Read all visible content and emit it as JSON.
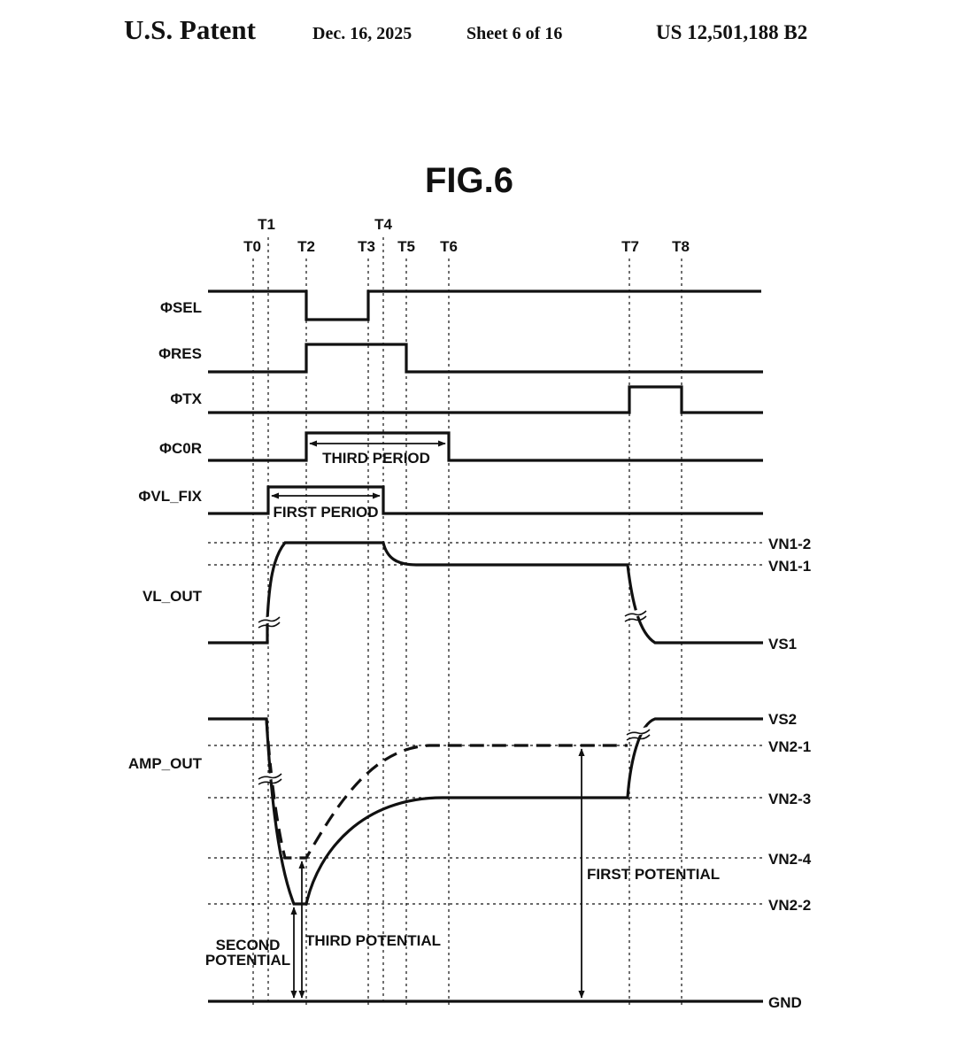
{
  "header": {
    "title": "U.S. Patent",
    "date": "Dec. 16, 2025",
    "sheet": "Sheet 6 of 16",
    "patent_number": "US 12,501,188 B2"
  },
  "figure": {
    "title": "FIG.6",
    "time_labels": {
      "T0": "T0",
      "T1": "T1",
      "T2": "T2",
      "T3": "T3",
      "T4": "T4",
      "T5": "T5",
      "T6": "T6",
      "T7": "T7",
      "T8": "T8"
    },
    "signal_labels": {
      "sel": "ΦSEL",
      "res": "ΦRES",
      "tx": "ΦTX",
      "cor": "ΦC0R",
      "vl_fix": "ΦVL_FIX",
      "vl_out": "VL_OUT",
      "amp_out": "AMP_OUT"
    },
    "level_labels": {
      "vn1_2": "VN1-2",
      "vn1_1": "VN1-1",
      "vs1": "VS1",
      "vs2": "VS2",
      "vn2_1": "VN2-1",
      "vn2_3": "VN2-3",
      "vn2_4": "VN2-4",
      "vn2_2": "VN2-2",
      "gnd": "GND"
    },
    "annotations": {
      "third_period": "THIRD PERIOD",
      "first_period": "FIRST PERIOD",
      "first_potential": "FIRST POTENTIAL",
      "second_potential_line1": "SECOND",
      "second_potential_line2": "POTENTIAL",
      "third_potential": "THIRD POTENTIAL"
    }
  }
}
